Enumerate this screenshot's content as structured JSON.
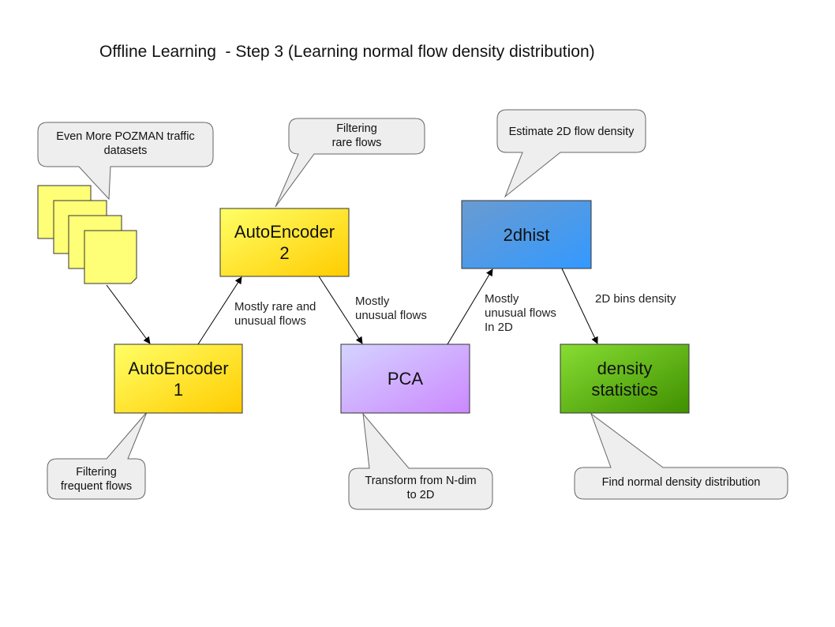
{
  "title": "Offline Learning  - Step 3 (Learning normal flow density distribution)",
  "boxes": {
    "ae1": {
      "line1": "AutoEncoder",
      "line2": "1"
    },
    "ae2": {
      "line1": "AutoEncoder",
      "line2": "2"
    },
    "pca": {
      "line1": "PCA"
    },
    "hist": {
      "line1": "2dhist"
    },
    "density": {
      "line1": "density",
      "line2": "statistics"
    }
  },
  "callouts": {
    "datasets": {
      "line1": "Even More POZMAN traffic",
      "line2": "datasets"
    },
    "filter_rare": {
      "line1": "Filtering",
      "line2": "rare flows"
    },
    "estimate": {
      "line1": "Estimate 2D flow density"
    },
    "filter_frequent": {
      "line1": "Filtering",
      "line2": "frequent flows"
    },
    "transform": {
      "line1": "Transform from N-dim",
      "line2": "to 2D"
    },
    "find_normal": {
      "line1": "Find normal density distribution"
    }
  },
  "edge_labels": {
    "ae1_ae2": {
      "line1": "Mostly rare and",
      "line2": "unusual flows"
    },
    "ae2_pca": {
      "line1": "Mostly",
      "line2": "unusual flows"
    },
    "pca_hist": {
      "line1": "Mostly",
      "line2": "unusual flows",
      "line3": "In 2D"
    },
    "hist_density": {
      "line1": "2D bins density"
    }
  },
  "colors": {
    "yellow_top": "#ffff66",
    "yellow_bottom": "#ffcc00",
    "purple_top": "#ccccff",
    "purple_bottom": "#cc88ff",
    "blue_top": "#6699cc",
    "blue_bottom": "#3399ff",
    "green_top": "#88dd33",
    "green_bottom": "#449900",
    "callout_fill": "#eeeeee",
    "sticky_fill": "#ffff77"
  }
}
